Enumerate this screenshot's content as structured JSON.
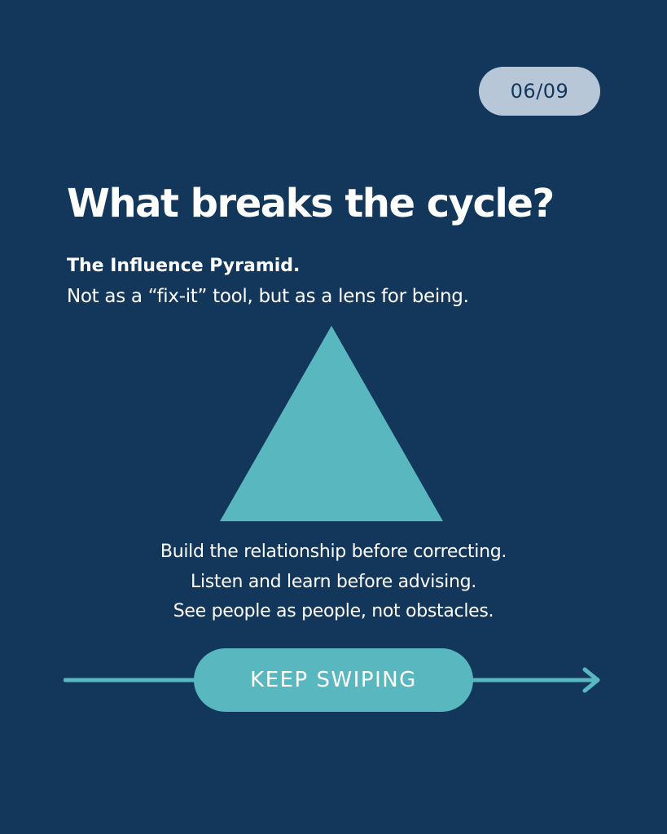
{
  "page_indicator": "06/09",
  "headline": "What breaks the cycle?",
  "subtitle": "The Influence Pyramid.",
  "lead": "Not as a “fix-it” tool, but as a lens for being.",
  "principles": [
    "Build the relationship before correcting.",
    "Listen and learn before advising.",
    "See people as people, not obstacles."
  ],
  "cta_label": "KEEP SWIPING",
  "colors": {
    "background": "#13375b",
    "accent": "#58b7bf",
    "badge": "#b8c7d8",
    "text": "#ffffff"
  },
  "icons": {
    "pyramid": "pyramid-triangle-icon",
    "arrow": "arrow-right-icon"
  }
}
